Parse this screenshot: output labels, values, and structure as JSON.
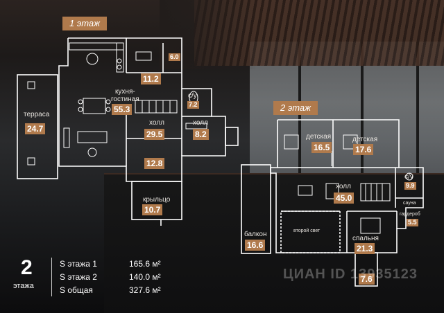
{
  "floor1": {
    "title": "1 этаж",
    "rooms": {
      "room_6": "6.0",
      "room_11": "11.2",
      "kitchen_label": "кухня-\nгостиная",
      "kitchen_area": "55.3",
      "wc_label": "с/у",
      "wc_area": "7.2",
      "terrace_label": "терраса",
      "terrace_area": "24.7",
      "hall_label": "холл",
      "hall_area": "29.5",
      "hall2_label": "холл",
      "hall2_area": "8.2",
      "room_12": "12.8",
      "porch_label": "крыльцо",
      "porch_area": "10.7"
    }
  },
  "floor2": {
    "title": "2 этаж",
    "rooms": {
      "kids1_label": "детская",
      "kids1_area": "16.5",
      "kids2_label": "детская",
      "kids2_area": "17.6",
      "wc_label": "с/у",
      "wc_area": "9.9",
      "hall_label": "холл",
      "hall_area": "45.0",
      "sauna_label": "сауна",
      "wardrobe_label": "гардероб",
      "wardrobe_area": "5.5",
      "balcony_label": "балкон",
      "balcony_area": "16.6",
      "second_light_label": "второй свет",
      "bedroom_label": "спальня",
      "bedroom_area": "21.3",
      "room_7": "7.6"
    }
  },
  "summary": {
    "floors_count": "2",
    "floors_label": "этажа",
    "rows": [
      {
        "label": "S этажа 1",
        "value": "165.6 м²"
      },
      {
        "label": "S этажа 2",
        "value": "140.0 м²"
      },
      {
        "label": "S общая",
        "value": "327.6 м²"
      }
    ]
  },
  "watermark": "ЦИАН ID 13935123",
  "colors": {
    "accent": "#b07a4c",
    "lines": "#ffffff"
  }
}
